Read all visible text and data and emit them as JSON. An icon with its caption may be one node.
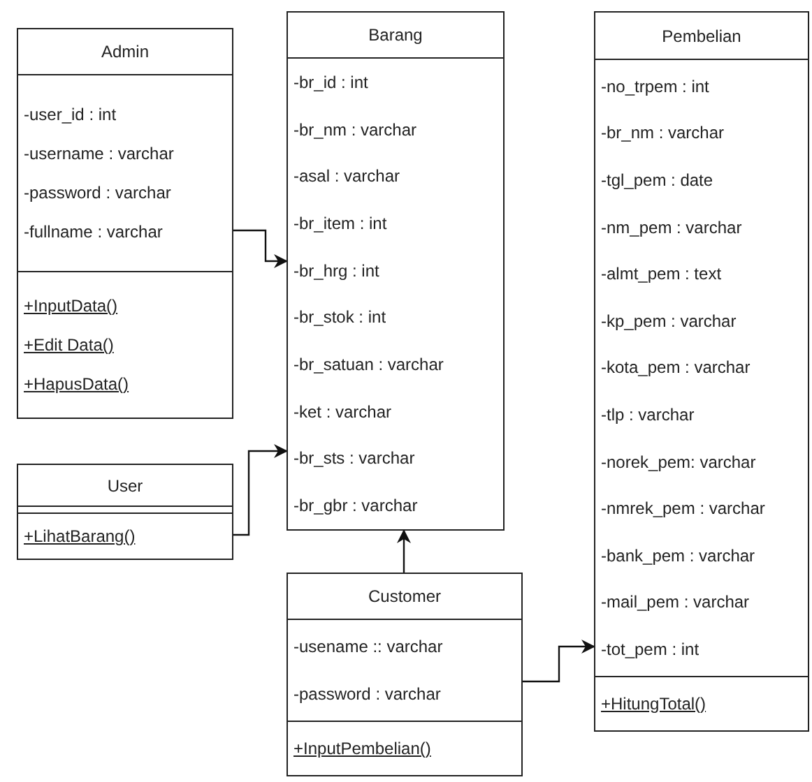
{
  "diagram": {
    "nodes": [
      {
        "text": [
          "Admin",
          "-user_id : int",
          "-username : varchar",
          "-password : varchar",
          "-fullname : varchar",
          "+InputData()",
          "+Edit Data()",
          "+HapusData()"
        ]
      },
      {
        "text": [
          "Barang",
          "-br_id : int",
          "-br_nm : varchar",
          "-asal : varchar",
          "-br_item : int",
          "-br_hrg : int",
          "-br_stok : int",
          "-br_satuan : varchar",
          "-ket : varchar",
          "-br_sts : varchar",
          "-br_gbr : varchar"
        ]
      },
      {
        "text": [
          "Pembelian",
          "-no_trpem : int",
          "-br_nm : varchar",
          "-tgl_pem : date",
          "-nm_pem : varchar",
          "-almt_pem : text",
          "-kp_pem : varchar",
          "-kota_pem : varchar",
          "-tlp : varchar",
          "-norek_pem: varchar",
          "-nmrek_pem : varchar",
          "-bank_pem : varchar",
          "-mail_pem : varchar",
          "-tot_pem : int",
          "+HitungTotal()"
        ]
      },
      {
        "text": [
          "User",
          "+LihatBarang()"
        ]
      },
      {
        "text": [
          "Customer",
          "-usename :: varchar",
          "-password : varchar",
          "+InputPembelian()"
        ]
      }
    ],
    "edges": [
      {
        "from": 0,
        "to": 1,
        "arrow": "to"
      },
      {
        "from": 3,
        "to": 1,
        "arrow": "to"
      },
      {
        "from": 4,
        "to": 1,
        "arrow": "to"
      },
      {
        "from": 4,
        "to": 2,
        "arrow": "to"
      }
    ]
  }
}
